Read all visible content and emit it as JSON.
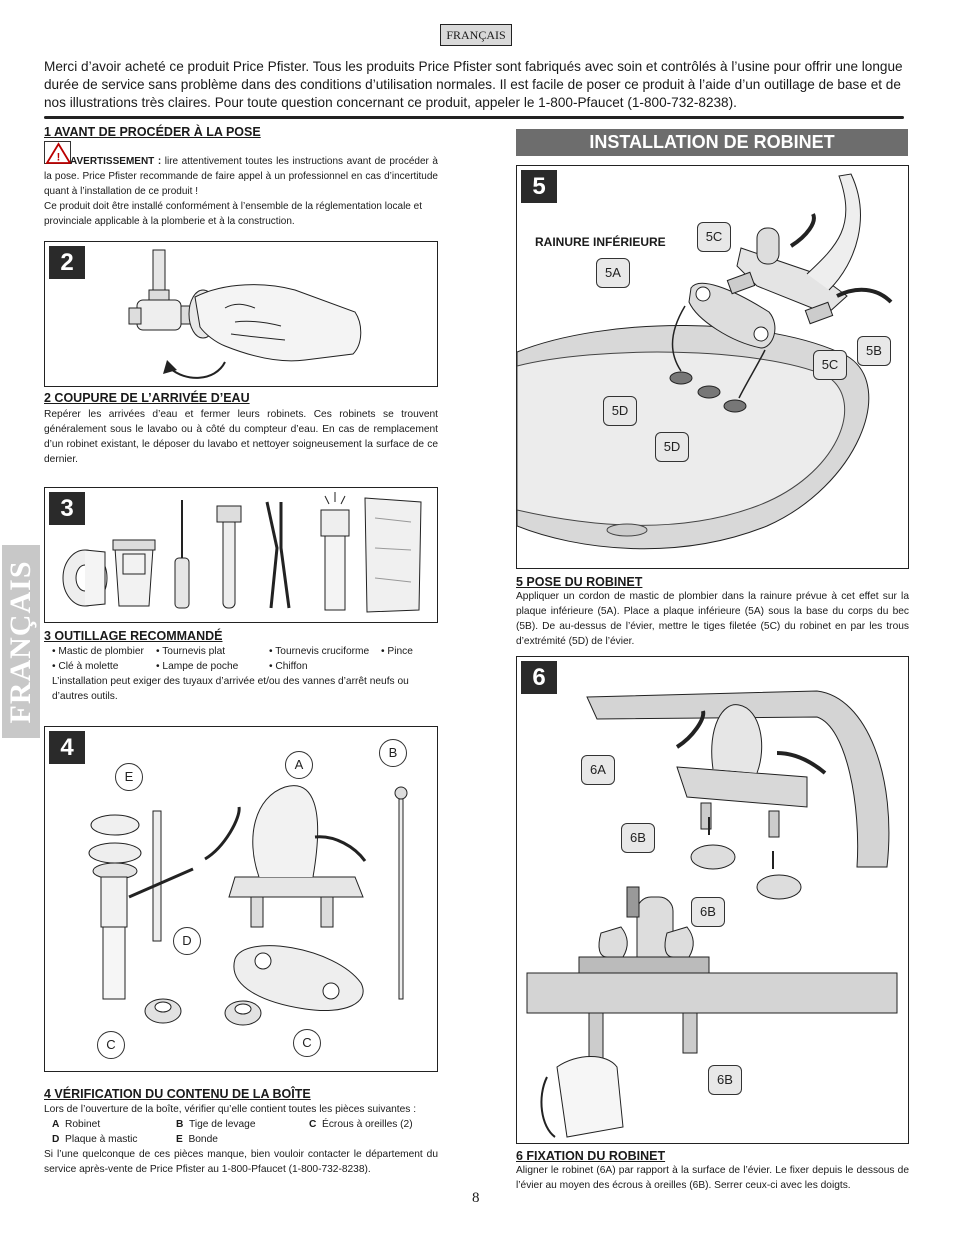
{
  "lang_tab": "FRANÇAIS",
  "side_tab": "FRANÇAIS",
  "intro": "Merci d’avoir acheté ce produit Price Pfister. Tous les produits Price Pfister sont fabriqués avec soin et contrôlés à l’usine pour offrir une longue durée de service sans problème dans des conditions d’utilisation normales. Il est facile de poser ce produit à l’aide d’un outillage de base et de nos illustrations très claires. Pour toute question concernant ce produit, appeler le 1-800-Pfaucet (1-800-732-8238).",
  "section1": {
    "title": "1   AVANT DE PROCÉDER À LA POSE",
    "warning_label": "AVERTISSEMENT :",
    "warning_text": " lire attentivement toutes les instructions avant de procéder à la pose. Price Pfister recommande de faire appel à un professionnel en cas d’incertitude quant à l’installation de ce produit !",
    "code_text": "Ce produit doit être installé conformément à l’ensemble de la réglementation locale et provinciale applicable à la plomberie et à la construction."
  },
  "step2": {
    "number": "2",
    "title": "2   COUPURE DE L’ARRIVÉE D’EAU",
    "text": "Repérer les arrivées d’eau et fermer leurs robinets. Ces robinets se trouvent généralement sous le lavabo ou à côté du compteur d’eau. En cas de remplacement d’un robinet existant, le déposer du lavabo et nettoyer soigneusement la surface de ce dernier."
  },
  "step3": {
    "number": "3",
    "title": "3   OUTILLAGE RECOMMANDÉ",
    "tools": [
      "• Mastic de plombier",
      "• Tournevis plat",
      "• Tournevis cruciforme",
      "• Pince",
      "• Clé à molette",
      "• Lampe de poche",
      "• Chiffon"
    ],
    "note": "L’installation peut exiger des tuyaux d’arrivée et/ou des vannes d’arrêt neufs ou d’autres outils."
  },
  "step4": {
    "number": "4",
    "title": "4  VÉRIFICATION DU CONTENU DE LA BOÎTE",
    "intro": "Lors de l’ouverture de la boîte, vérifier qu’elle contient toutes les pièces suivantes :",
    "items": [
      {
        "letter": "A",
        "name": "Robinet"
      },
      {
        "letter": "B",
        "name": "Tige de levage"
      },
      {
        "letter": "C",
        "name": "Écrous à oreilles (2)"
      },
      {
        "letter": "D",
        "name": "Plaque à mastic"
      },
      {
        "letter": "E",
        "name": "Bonde"
      }
    ],
    "outro": "Si l’une quelconque de ces pièces manque, bien vouloir contacter le département du service après-vente de Price Pfister au 1-800-Pfaucet (1-800-732-8238).",
    "labels": {
      "A": "A",
      "B": "B",
      "C1": "C",
      "C2": "C",
      "D": "D",
      "E": "E"
    }
  },
  "install_header": "INSTALLATION DE ROBINET",
  "step5": {
    "number": "5",
    "callout": "RAINURE INFÉRIEURE",
    "labels": {
      "a": "5A",
      "b": "5B",
      "c1": "5C",
      "c2": "5C",
      "d1": "5D",
      "d2": "5D"
    },
    "title": "5  POSE DU ROBINET",
    "text": "Appliquer un cordon de mastic de plombier dans la rainure prévue à cet effet sur la plaque inférieure (5A). Place a plaque inférieure (5A) sous la base du corps du bec (5B). De au-dessus de l’évier, mettre le tiges filetée (5C) du robinet en par les trous d’extrémité (5D) de l’évier."
  },
  "step6": {
    "number": "6",
    "labels": {
      "a": "6A",
      "b1": "6B",
      "b2": "6B",
      "b3": "6B"
    },
    "title": "6  FIXATION DU ROBINET",
    "text": "Aligner le robinet (6A) par rapport à la surface de l’évier. Le fixer depuis le dessous de l’évier au moyen des écrous à oreilles (6B). Serrer ceux-ci avec les doigts."
  },
  "page_number": "8"
}
